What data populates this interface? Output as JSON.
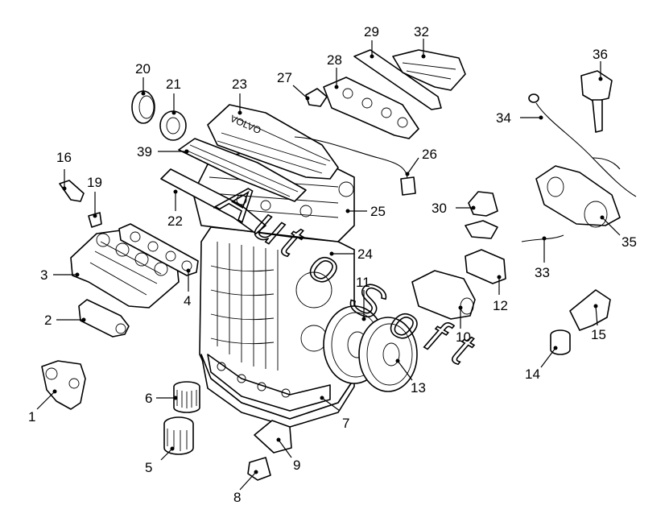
{
  "diagram": {
    "head_label": "VOLVO",
    "watermark": [
      "A",
      "u",
      "t",
      "o",
      "S",
      "o",
      "f",
      "t"
    ],
    "callouts": [
      {
        "id": "p1",
        "label": "1"
      },
      {
        "id": "p2",
        "label": "2"
      },
      {
        "id": "p3",
        "label": "3"
      },
      {
        "id": "p4",
        "label": "4"
      },
      {
        "id": "p5",
        "label": "5"
      },
      {
        "id": "p6",
        "label": "6"
      },
      {
        "id": "p7",
        "label": "7"
      },
      {
        "id": "p8",
        "label": "8"
      },
      {
        "id": "p9",
        "label": "9"
      },
      {
        "id": "p10",
        "label": "10"
      },
      {
        "id": "p11",
        "label": "11"
      },
      {
        "id": "p12",
        "label": "12"
      },
      {
        "id": "p13",
        "label": "13"
      },
      {
        "id": "p14",
        "label": "14"
      },
      {
        "id": "p15",
        "label": "15"
      },
      {
        "id": "p16",
        "label": "16"
      },
      {
        "id": "p19",
        "label": "19"
      },
      {
        "id": "p20",
        "label": "20"
      },
      {
        "id": "p21",
        "label": "21"
      },
      {
        "id": "p22",
        "label": "22"
      },
      {
        "id": "p23",
        "label": "23"
      },
      {
        "id": "p24",
        "label": "24"
      },
      {
        "id": "p25",
        "label": "25"
      },
      {
        "id": "p26",
        "label": "26"
      },
      {
        "id": "p27",
        "label": "27"
      },
      {
        "id": "p28",
        "label": "28"
      },
      {
        "id": "p29",
        "label": "29"
      },
      {
        "id": "p30",
        "label": "30"
      },
      {
        "id": "p32",
        "label": "32"
      },
      {
        "id": "p33",
        "label": "33"
      },
      {
        "id": "p34",
        "label": "34"
      },
      {
        "id": "p35",
        "label": "35"
      },
      {
        "id": "p36",
        "label": "36"
      },
      {
        "id": "p39",
        "label": "39"
      }
    ]
  }
}
